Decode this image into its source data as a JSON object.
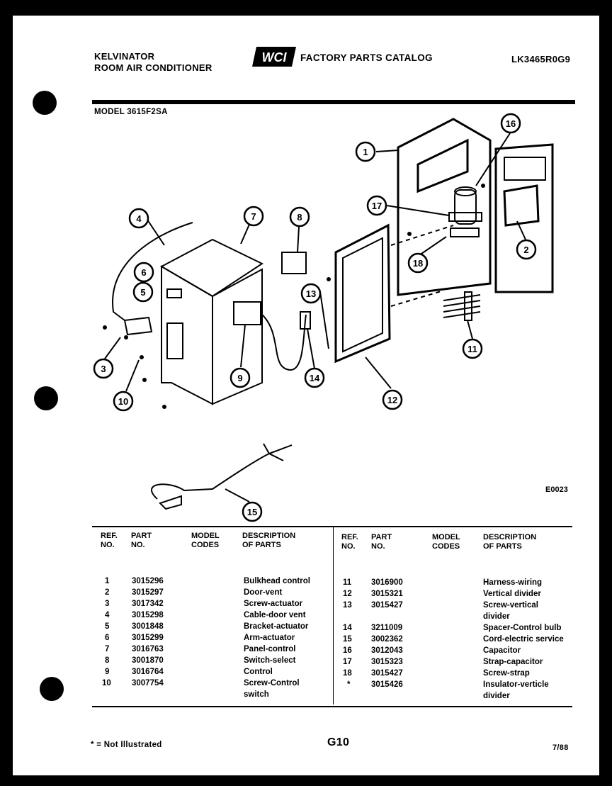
{
  "header": {
    "brand_line1": "KELVINATOR",
    "brand_line2": "ROOM AIR CONDITIONER",
    "catalog_title": "FACTORY PARTS CATALOG",
    "catalog_number": "LK3465R0G9",
    "model_label": "MODEL 3615F2SA",
    "logo_text": "WCI"
  },
  "diagram": {
    "figure_code": "E0023",
    "callouts": [
      "1",
      "2",
      "3",
      "4",
      "5",
      "6",
      "7",
      "8",
      "9",
      "10",
      "11",
      "12",
      "13",
      "14",
      "15",
      "16",
      "17",
      "18"
    ]
  },
  "table": {
    "headers": {
      "ref_no": "REF.\nNO.",
      "part_no": "PART\nNO.",
      "model_codes": "MODEL\nCODES",
      "description": "DESCRIPTION\nOF PARTS"
    },
    "left": [
      {
        "ref": "1",
        "part": "3015296",
        "desc": "Bulkhead control"
      },
      {
        "ref": "2",
        "part": "3015297",
        "desc": "Door-vent"
      },
      {
        "ref": "3",
        "part": "3017342",
        "desc": "Screw-actuator"
      },
      {
        "ref": "4",
        "part": "3015298",
        "desc": "Cable-door vent"
      },
      {
        "ref": "5",
        "part": "3001848",
        "desc": "Bracket-actuator"
      },
      {
        "ref": "6",
        "part": "3015299",
        "desc": "Arm-actuator"
      },
      {
        "ref": "7",
        "part": "3016763",
        "desc": "Panel-control"
      },
      {
        "ref": "8",
        "part": "3001870",
        "desc": "Switch-select"
      },
      {
        "ref": "9",
        "part": "3016764",
        "desc": "Control"
      },
      {
        "ref": "10",
        "part": "3007754",
        "desc": "Screw-Control\n switch"
      }
    ],
    "right": [
      {
        "ref": "11",
        "part": "3016900",
        "desc": "Harness-wiring"
      },
      {
        "ref": "12",
        "part": "3015321",
        "desc": "Vertical divider"
      },
      {
        "ref": "13",
        "part": "3015427",
        "desc": "Screw-vertical\n divider"
      },
      {
        "ref": "14",
        "part": "3211009",
        "desc": "Spacer-Control bulb"
      },
      {
        "ref": "15",
        "part": "3002362",
        "desc": "Cord-electric service"
      },
      {
        "ref": "16",
        "part": "3012043",
        "desc": "Capacitor"
      },
      {
        "ref": "17",
        "part": "3015323",
        "desc": "Strap-capacitor"
      },
      {
        "ref": "18",
        "part": "3015427",
        "desc": "Screw-strap"
      },
      {
        "ref": "*",
        "part": "3015426",
        "desc": "Insulator-verticle\n divider"
      }
    ]
  },
  "footer": {
    "note": "* = Not Illustrated",
    "page": "G10",
    "date": "7/88"
  }
}
